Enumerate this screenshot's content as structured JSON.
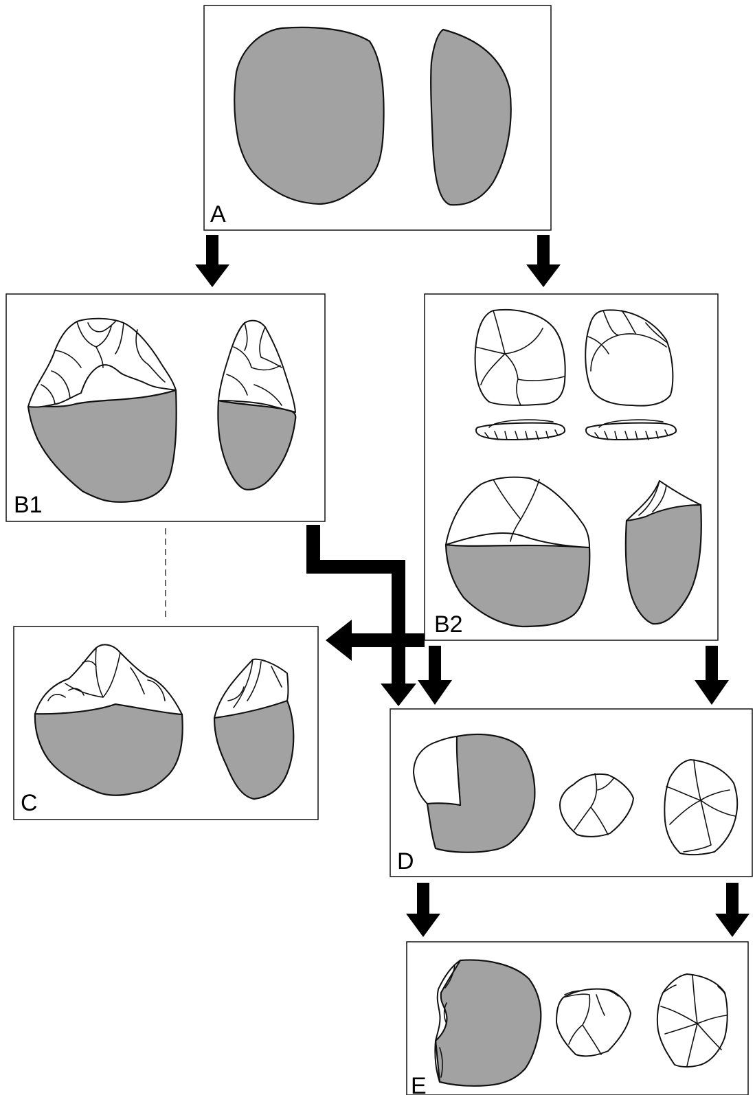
{
  "panels": {
    "a": "A",
    "b1": "B1",
    "b2": "B2",
    "c": "C",
    "d": "D",
    "e": "E"
  },
  "colors": {
    "cortex": "#a2a2a2",
    "outline": "#111111",
    "arrow": "#000000",
    "background": "#ffffff"
  }
}
